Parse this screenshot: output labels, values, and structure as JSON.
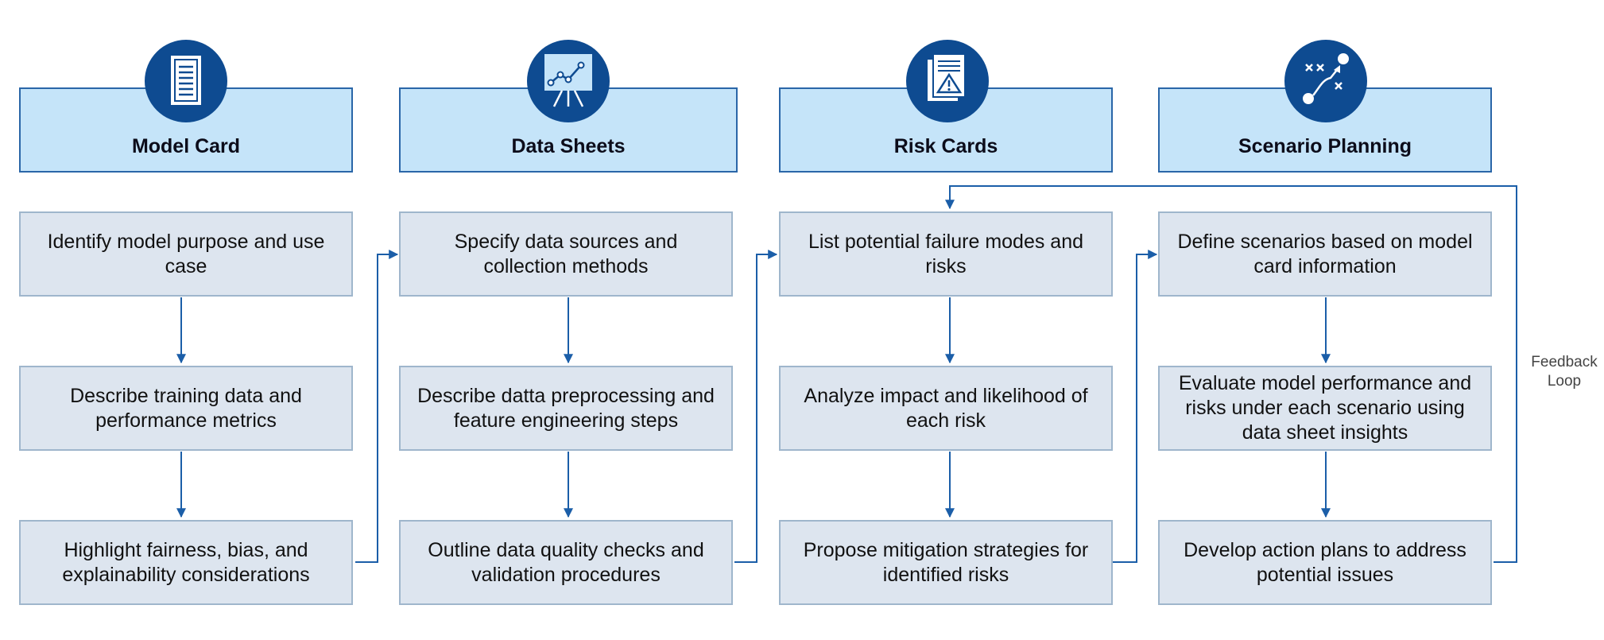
{
  "columns": [
    {
      "title": "Model Card",
      "icon": "model-card-document-icon",
      "steps": [
        "Identify model purpose and use case",
        "Describe training data and performance metrics",
        "Highlight fairness, bias, and explainability considerations"
      ]
    },
    {
      "title": "Data Sheets",
      "icon": "line-chart-presentation-icon",
      "steps": [
        "Specify data sources and collection methods",
        "Describe datta preprocessing and feature engineering steps",
        "Outline data quality checks and validation procedures"
      ]
    },
    {
      "title": "Risk Cards",
      "icon": "risk-warning-document-icon",
      "steps": [
        "List potential failure modes and risks",
        "Analyze impact and likelihood of each risk",
        "Propose mitigation strategies for identified risks"
      ]
    },
    {
      "title": "Scenario Planning",
      "icon": "strategy-play-icon",
      "steps": [
        "Define scenarios based on model card information",
        "Evaluate model performance and risks under each scenario using data sheet insights",
        "Develop action plans to address potential issues"
      ]
    }
  ],
  "feedback_label_line1": "Feedback",
  "feedback_label_line2": "Loop",
  "colors": {
    "header_fill": "#c5e4f9",
    "header_border": "#2a66a8",
    "box_fill": "#dde5ef",
    "box_border": "#9fb6cc",
    "icon_circle": "#0e4b91",
    "arrow": "#1b5ea8"
  }
}
